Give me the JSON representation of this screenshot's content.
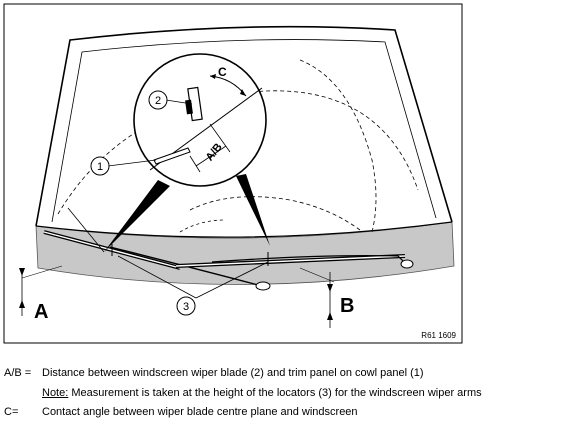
{
  "diagram": {
    "labels": {
      "callout_1": "1",
      "callout_2": "2",
      "callout_3": "3",
      "dimension_A": "A",
      "dimension_B": "B",
      "dimension_C": "C",
      "dimension_AB": "A/B",
      "figure_code": "R61 1609"
    },
    "colors": {
      "cowl_panel": "#c8c8c8",
      "line": "#000000",
      "background": "#ffffff"
    }
  },
  "legend": [
    {
      "term": "A/B =",
      "description": "Distance between windscreen wiper blade (2) and trim panel on cowl panel (1)"
    },
    {
      "term": "",
      "note_label": "Note:",
      "description": "Measurement is taken at the height of the locators (3) for the windscreen wiper arms"
    },
    {
      "term": "C=",
      "description": "Contact angle between wiper blade centre plane and windscreen"
    }
  ]
}
